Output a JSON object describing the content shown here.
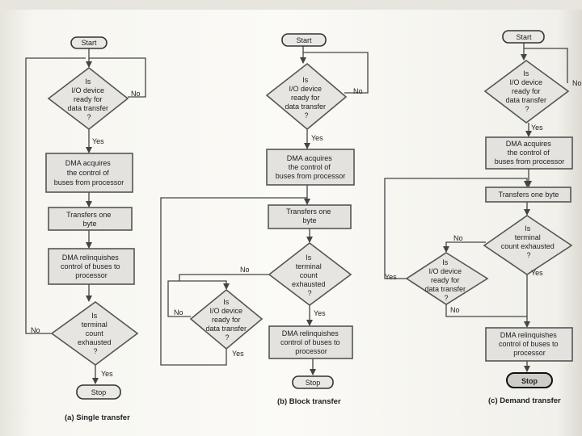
{
  "common": {
    "start": "Start",
    "stop": "Stop",
    "yes": "Yes",
    "no": "No",
    "io_check": [
      "Is",
      "I/O device",
      "ready for",
      "data transfer",
      "?"
    ],
    "dma_acquire": [
      "DMA acquires",
      "the control of",
      "buses from processor"
    ],
    "transfer": [
      "Transfers one",
      "byte"
    ],
    "terminal": [
      "Is",
      "terminal",
      "count",
      "exhausted",
      "?"
    ],
    "relinquish_a": [
      "DMA relinquishes",
      "control of buses to",
      "processor"
    ],
    "relinquish_b": [
      "DMA relinquishes",
      "control of buses to",
      "processor"
    ],
    "transfer_c": "Transfers one byte",
    "terminal_c": [
      "Is",
      "terminal",
      "count exhausted",
      "?"
    ]
  },
  "captions": {
    "a": "(a) Single transfer",
    "b": "(b) Block transfer",
    "c": "(c) Demand transfer"
  },
  "colors": {
    "paper": "#f7f6f1",
    "box_fill": "#e3e2df",
    "stroke": "#555555"
  }
}
